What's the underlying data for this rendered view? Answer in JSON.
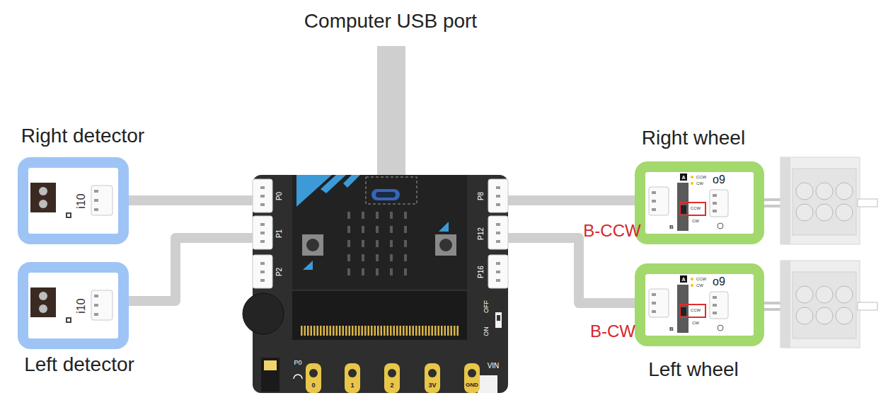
{
  "diagram": {
    "nodes": [
      {
        "text": [
          "Right detector",
          "i10"
        ]
      },
      {
        "text": [
          "Left detector",
          "i10"
        ]
      },
      {
        "text": [
          "P0",
          "P1",
          "P2",
          "P8",
          "P12",
          "P16",
          "OFF",
          "ON",
          "VIN",
          "P0",
          "0",
          "1",
          "2",
          "3V",
          "GND"
        ]
      },
      {
        "text": [
          "Right wheel",
          "A",
          "CCW",
          "CW",
          "o9",
          "CCW",
          "CW",
          "B"
        ]
      },
      {
        "text": [
          "Left wheel",
          "A",
          "CCW",
          "CW",
          "o9",
          "CCW",
          "CW",
          "B"
        ]
      }
    ],
    "edges": [
      {
        "from": 0,
        "to": 2,
        "arrow": "none"
      },
      {
        "from": 1,
        "to": 2,
        "arrow": "none"
      },
      {
        "from": 2,
        "to": 3,
        "arrow": "none"
      },
      {
        "from": 2,
        "to": 4,
        "arrow": "none"
      }
    ],
    "labels": [
      "Computer USB port",
      "B-CCW",
      "B-CW"
    ]
  }
}
